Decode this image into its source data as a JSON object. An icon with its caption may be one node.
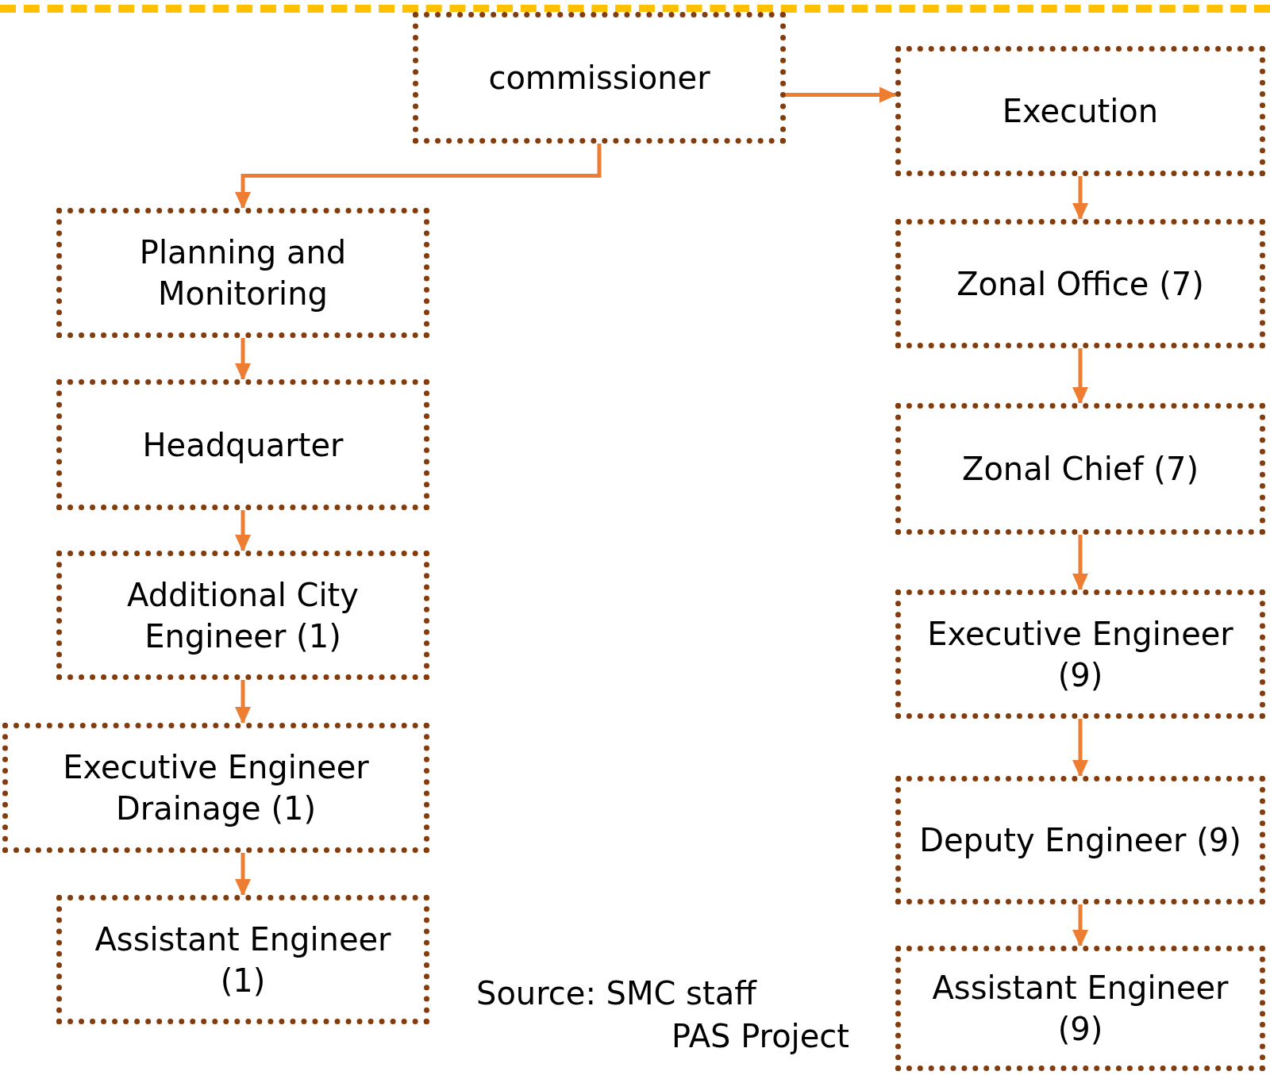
{
  "diagram": {
    "nodes": [
      {
        "text": [
          "commissioner"
        ]
      },
      {
        "text": [
          "Planning and Monitoring"
        ]
      },
      {
        "text": [
          "Headquarter"
        ]
      },
      {
        "text": [
          "Additional City Engineer (1)"
        ]
      },
      {
        "text": [
          "Executive Engineer Drainage (1)"
        ]
      },
      {
        "text": [
          "Assistant Engineer (1)"
        ]
      },
      {
        "text": [
          "Execution"
        ]
      },
      {
        "text": [
          "Zonal Office (7)"
        ]
      },
      {
        "text": [
          "Zonal Chief (7)"
        ]
      },
      {
        "text": [
          "Executive Engineer (9)"
        ]
      },
      {
        "text": [
          "Deputy Engineer (9)"
        ]
      },
      {
        "text": [
          "Assistant Engineer (9)"
        ]
      }
    ],
    "edges": [
      {
        "from": 0,
        "to": 1,
        "arrow": "to"
      },
      {
        "from": 0,
        "to": 6,
        "arrow": "to"
      },
      {
        "from": 1,
        "to": 2,
        "arrow": "to"
      },
      {
        "from": 2,
        "to": 3,
        "arrow": "to"
      },
      {
        "from": 3,
        "to": 4,
        "arrow": "to"
      },
      {
        "from": 4,
        "to": 5,
        "arrow": "to"
      },
      {
        "from": 6,
        "to": 7,
        "arrow": "to"
      },
      {
        "from": 7,
        "to": 8,
        "arrow": "to"
      },
      {
        "from": 8,
        "to": 9,
        "arrow": "to"
      },
      {
        "from": 9,
        "to": 10,
        "arrow": "to"
      },
      {
        "from": 10,
        "to": 11,
        "arrow": "to"
      }
    ],
    "labels": [
      "Source: SMC staff",
      "PAS Project"
    ]
  }
}
